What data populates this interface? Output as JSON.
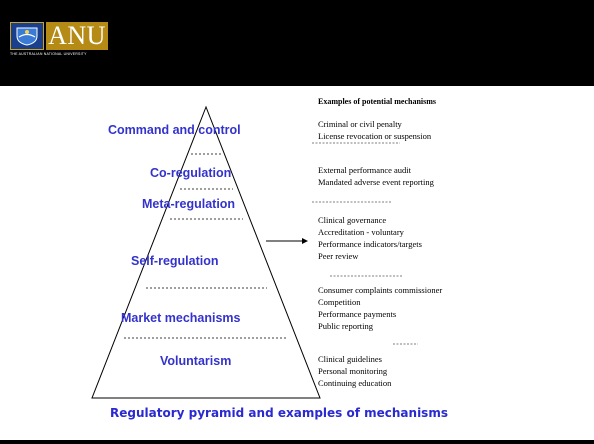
{
  "header": {
    "logo_text": "ANU",
    "logo_subtitle": "THE AUSTRALIAN NATIONAL UNIVERSITY"
  },
  "pyramid": {
    "levels": [
      "Command and control",
      "Co-regulation",
      "Meta-regulation",
      "Self-regulation",
      "Market mechanisms",
      "Voluntarism"
    ]
  },
  "mechanisms": {
    "title": "Examples of potential mechanisms",
    "groups": [
      [
        "Criminal or civil penalty",
        "License revocation or suspension"
      ],
      [
        "External performance audit",
        "Mandated adverse event reporting"
      ],
      [
        "Clinical governance",
        "Accreditation  - voluntary",
        "Performance indicators/targets",
        "Peer review"
      ],
      [
        "Consumer complaints commissioner",
        "Competition",
        "Performance payments",
        "Public reporting"
      ],
      [
        "Clinical guidelines",
        "Personal monitoring",
        "Continuing education"
      ]
    ]
  },
  "caption": "Regulatory pyramid and examples of mechanisms",
  "colors": {
    "level_text": "#3333cc",
    "caption_text": "#2a2ad0",
    "logo_gold": "#b58b16",
    "crest_blue": "#1a3f8c"
  }
}
